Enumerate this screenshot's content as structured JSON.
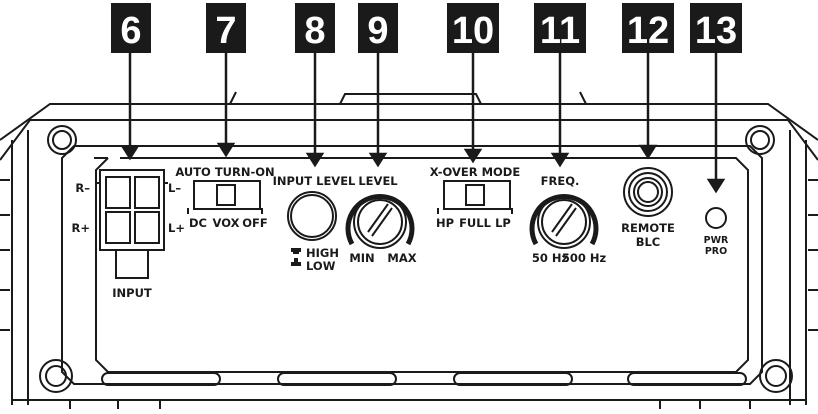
{
  "callouts": [
    {
      "number": "6"
    },
    {
      "number": "7"
    },
    {
      "number": "8"
    },
    {
      "number": "9"
    },
    {
      "number": "10"
    },
    {
      "number": "11"
    },
    {
      "number": "12"
    },
    {
      "number": "13"
    }
  ],
  "input_connector": {
    "left_top": "R–",
    "left_bottom": "R+",
    "right_top": "L–",
    "right_bottom": "L+",
    "label": "INPUT"
  },
  "auto_turn_on": {
    "title": "AUTO TURN-ON",
    "options": [
      "DC",
      "VOX",
      "OFF"
    ]
  },
  "input_level": {
    "title": "INPUT LEVEL",
    "high": "HIGH",
    "low": "LOW"
  },
  "level": {
    "title": "LEVEL",
    "min": "MIN",
    "max": "MAX"
  },
  "xover_mode": {
    "title": "X-OVER MODE",
    "options": [
      "HP",
      "FULL",
      "LP"
    ]
  },
  "freq": {
    "title": "FREQ.",
    "min": "50 Hz",
    "max": "500 Hz"
  },
  "remote": {
    "line1": "REMOTE",
    "line2": "BLC"
  },
  "pwr": {
    "line1": "PWR",
    "line2": "PRO"
  },
  "colors": {
    "callout_bg": "#1a1a1a",
    "callout_text": "#ffffff",
    "line": "#1a1a1a"
  }
}
